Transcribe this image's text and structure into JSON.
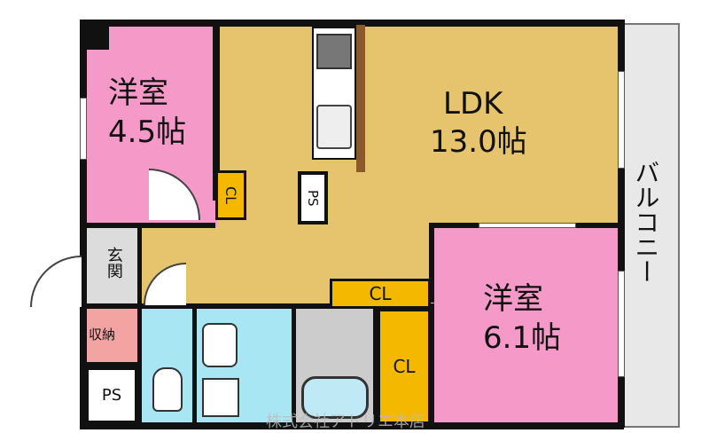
{
  "rooms": {
    "western_room_1": {
      "name": "洋室",
      "size": "4.5帖"
    },
    "ldk": {
      "name": "LDK",
      "size": "13.0帖"
    },
    "western_room_2": {
      "name": "洋室",
      "size": "6.1帖"
    },
    "entrance": {
      "name": "玄関"
    },
    "storage": {
      "name": "収納"
    },
    "balcony": {
      "name": "バルコニー"
    }
  },
  "closets": {
    "cl_1": "CL",
    "cl_2": "CL",
    "cl_3": "CL"
  },
  "pipe_spaces": {
    "ps_1": "PS",
    "ps_2": "PS"
  },
  "watermark": "株式会社アトリエ本店",
  "colors": {
    "western_room": "#f59ac8",
    "ldk": "#e6c46e",
    "closet": "#f5b800",
    "wet_area": "#a7e6f2",
    "bath": "#cccccc",
    "storage": "#f4a3a3",
    "entrance": "#dcdcdc",
    "balcony": "#e8e8e8"
  }
}
